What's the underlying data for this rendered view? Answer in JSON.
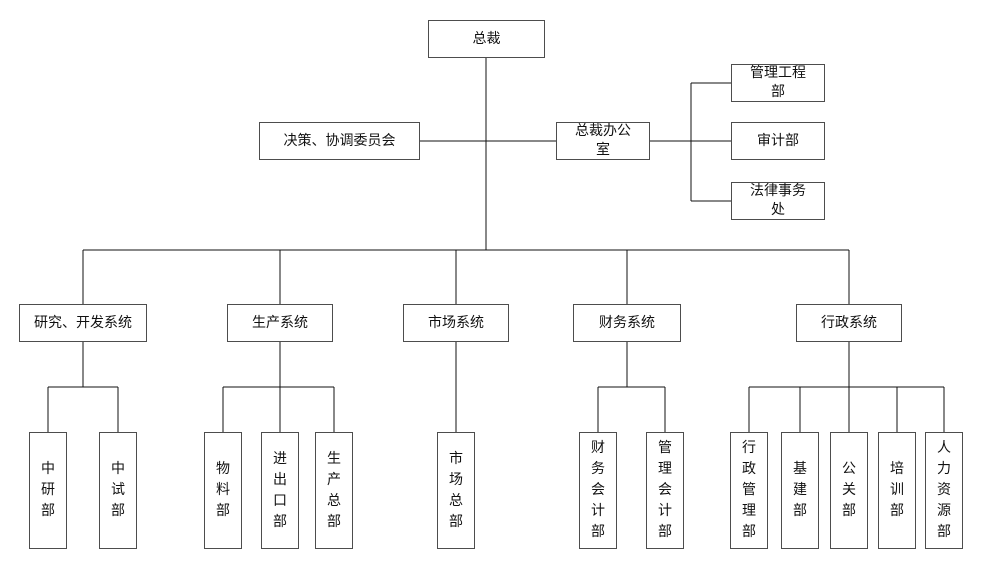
{
  "president": "总裁",
  "committee": "决策、协调委员会",
  "office": "总裁办公室",
  "office_units": [
    "管理工程部",
    "审计部",
    "法律事务处"
  ],
  "systems": [
    {
      "name": "研究、开发系统",
      "units": [
        "中研部",
        "中试部"
      ]
    },
    {
      "name": "生产系统",
      "units": [
        "物料部",
        "进出口部",
        "生产总部"
      ]
    },
    {
      "name": "市场系统",
      "units": [
        "市场总部"
      ]
    },
    {
      "name": "财务系统",
      "units": [
        "财务会计部",
        "管理会计部"
      ]
    },
    {
      "name": "行政系统",
      "units": [
        "行政管理部",
        "基建部",
        "公关部",
        "培训部",
        "人力资源部"
      ]
    }
  ]
}
